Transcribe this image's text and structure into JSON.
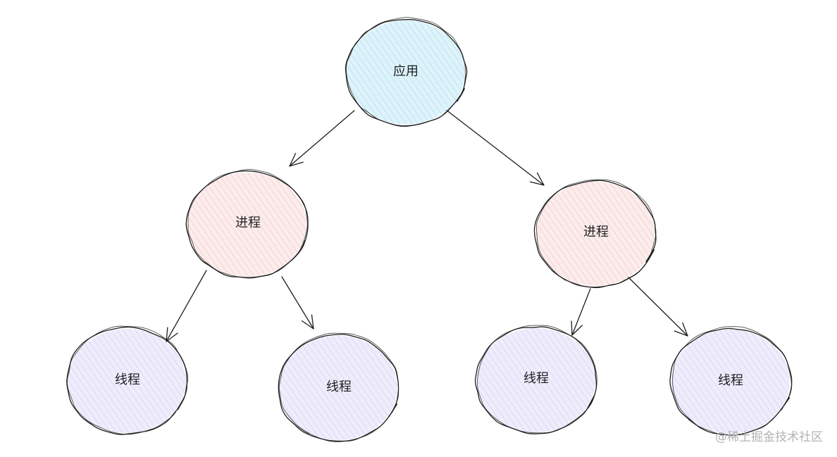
{
  "diagram": {
    "nodes": [
      {
        "id": "app",
        "label": "应用",
        "fill": "#dff3fb",
        "hatch": "#8fd4ee"
      },
      {
        "id": "process-left",
        "label": "进程",
        "fill": "#fcecec",
        "hatch": "#f0b4b4"
      },
      {
        "id": "process-right",
        "label": "进程",
        "fill": "#fcecec",
        "hatch": "#f0b4b4"
      },
      {
        "id": "thread-1",
        "label": "线程",
        "fill": "#efedfb",
        "hatch": "#c6c0ee"
      },
      {
        "id": "thread-2",
        "label": "线程",
        "fill": "#efedfb",
        "hatch": "#c6c0ee"
      },
      {
        "id": "thread-3",
        "label": "线程",
        "fill": "#efedfb",
        "hatch": "#c6c0ee"
      },
      {
        "id": "thread-4",
        "label": "线程",
        "fill": "#efedfb",
        "hatch": "#c6c0ee"
      }
    ],
    "edges": [
      {
        "from": "app",
        "to": "process-left"
      },
      {
        "from": "app",
        "to": "process-right"
      },
      {
        "from": "process-left",
        "to": "thread-1"
      },
      {
        "from": "process-left",
        "to": "thread-2"
      },
      {
        "from": "process-right",
        "to": "thread-3"
      },
      {
        "from": "process-right",
        "to": "thread-4"
      }
    ]
  },
  "watermark": "@稀土掘金技术社区"
}
